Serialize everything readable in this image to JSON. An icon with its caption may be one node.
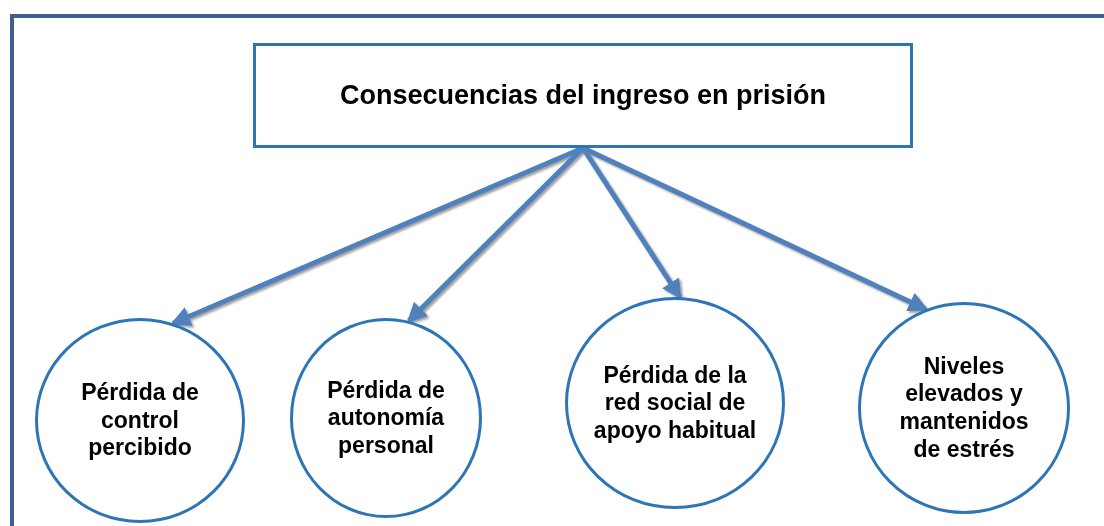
{
  "diagram": {
    "nodes": [
      {
        "text": [
          "Consecuencias del ingreso en prisión"
        ]
      },
      {
        "text": [
          "Pérdida de control percibido"
        ]
      },
      {
        "text": [
          "Pérdida de autonomía personal"
        ]
      },
      {
        "text": [
          "Pérdida de la red social de apoyo habitual"
        ]
      },
      {
        "text": [
          "Niveles elevados y mantenidos de estrés"
        ]
      }
    ],
    "edges": [
      {
        "from": 0,
        "to": 1,
        "arrow": "to"
      },
      {
        "from": 0,
        "to": 2,
        "arrow": "to"
      },
      {
        "from": 0,
        "to": 3,
        "arrow": "to"
      },
      {
        "from": 0,
        "to": 4,
        "arrow": "to"
      }
    ]
  }
}
